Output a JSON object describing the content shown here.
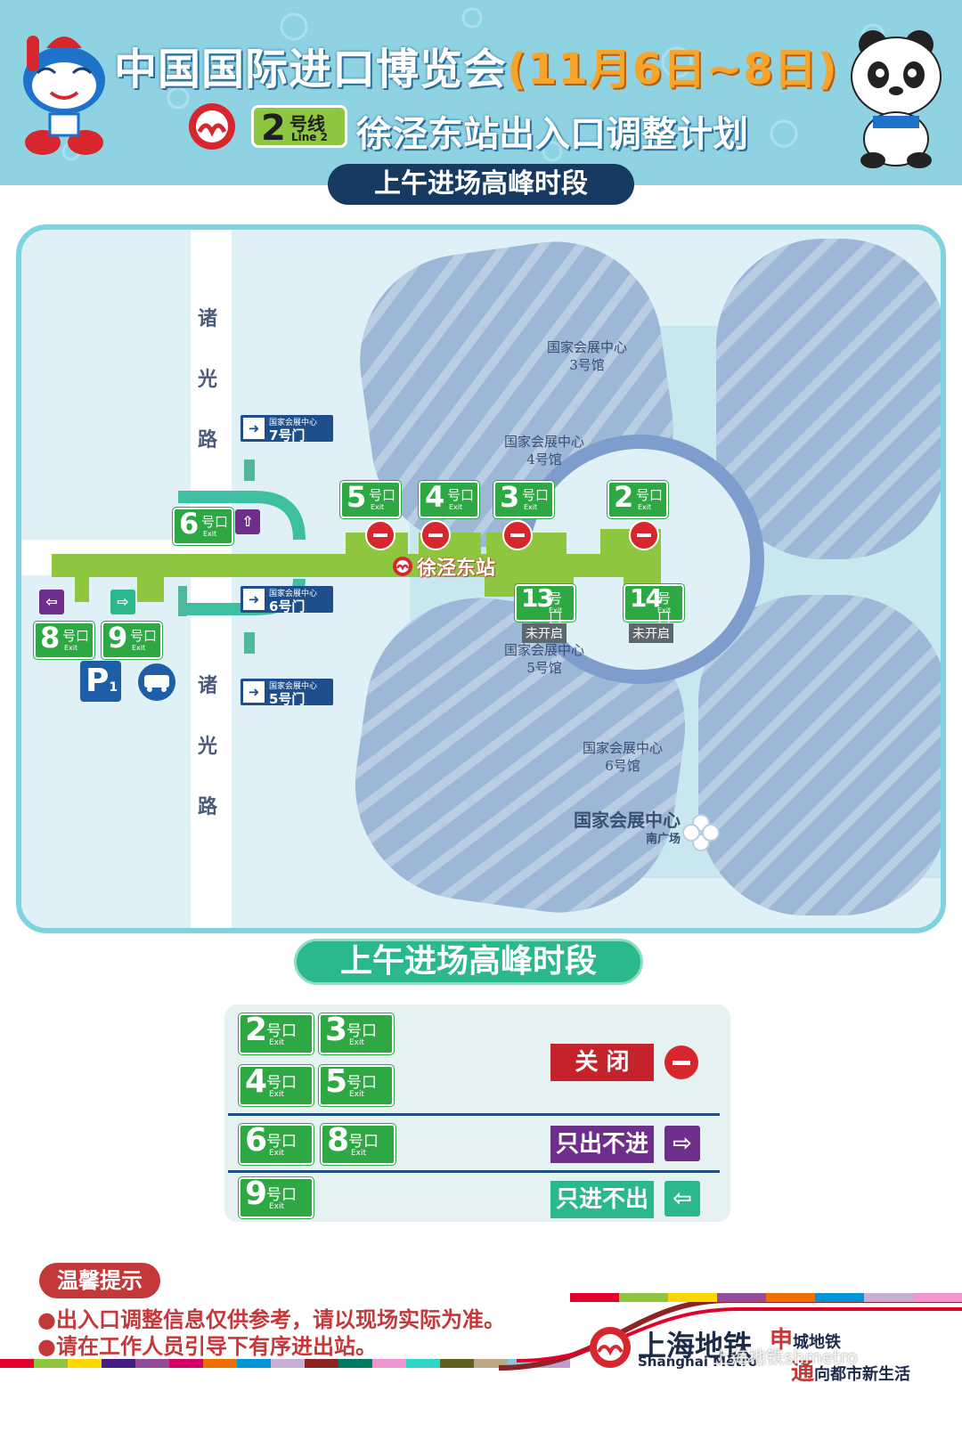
{
  "header": {
    "title_main": "中国国际进口博览会",
    "title_date": "(11月6日~8日)",
    "line_number": "2",
    "line_cn": "号线",
    "line_en": "Line 2",
    "subtitle": "徐泾东站出入口调整计划",
    "period": "上午进场高峰时段"
  },
  "map": {
    "station_name": "徐泾东站",
    "road_top": [
      "诸",
      "光",
      "路"
    ],
    "road_bottom": [
      "诸",
      "光",
      "路"
    ],
    "halls": [
      {
        "line1": "国家会展中心",
        "line2": "3号馆"
      },
      {
        "line1": "国家会展中心",
        "line2": "4号馆"
      },
      {
        "line1": "国家会展中心",
        "line2": "5号馆"
      },
      {
        "line1": "国家会展中心",
        "line2": "6号馆"
      }
    ],
    "south_plaza": {
      "line1": "国家会展中心",
      "line2": "南广场"
    },
    "gates": [
      {
        "line1": "国家会展中心",
        "line2": "7号门"
      },
      {
        "line1": "国家会展中心",
        "line2": "6号门"
      },
      {
        "line1": "国家会展中心",
        "line2": "5号门"
      }
    ],
    "exits": [
      {
        "num": "5",
        "label": "号口",
        "en": "Exit"
      },
      {
        "num": "4",
        "label": "号口",
        "en": "Exit"
      },
      {
        "num": "3",
        "label": "号口",
        "en": "Exit"
      },
      {
        "num": "2",
        "label": "号口",
        "en": "Exit"
      },
      {
        "num": "6",
        "label": "号口",
        "en": "Exit"
      },
      {
        "num": "13",
        "label": "号口",
        "en": "Exit"
      },
      {
        "num": "14",
        "label": "号口",
        "en": "Exit"
      },
      {
        "num": "8",
        "label": "号口",
        "en": "Exit"
      },
      {
        "num": "9",
        "label": "号口",
        "en": "Exit"
      }
    ],
    "not_open": "未开启",
    "parking": "P",
    "parking_sub": "1"
  },
  "legend": {
    "period": "上午进场高峰时段",
    "closed_exits": [
      "2",
      "3",
      "4",
      "5"
    ],
    "closed_label": "关  闭",
    "exit_only_exits": [
      "6",
      "8"
    ],
    "exit_only_label": "只出不进",
    "entry_only_exits": [
      "9"
    ],
    "entry_only_label": "只进不出",
    "exit_label": "号口",
    "exit_en": "Exit"
  },
  "tips": {
    "title": "温馨提示",
    "items": [
      "●出入口调整信息仅供参考，请以现场实际为准。",
      "●请在工作人员引导下有序进出站。"
    ]
  },
  "footer": {
    "brand_cn": "上海地铁",
    "brand_en": "Shanghai Metro",
    "slogan_1_red": "申",
    "slogan_1": "城地铁",
    "slogan_2_red": "通",
    "slogan_2": "向都市新生活",
    "watermark": "上海地铁shmetro"
  },
  "colors": {
    "exit_green": "#2ea843",
    "closed_red": "#d8262f",
    "exit_only_purple": "#6d2e8c",
    "entry_only_green": "#2bb88d",
    "concourse_green": "#8ec640",
    "period_navy": "#173a63"
  }
}
